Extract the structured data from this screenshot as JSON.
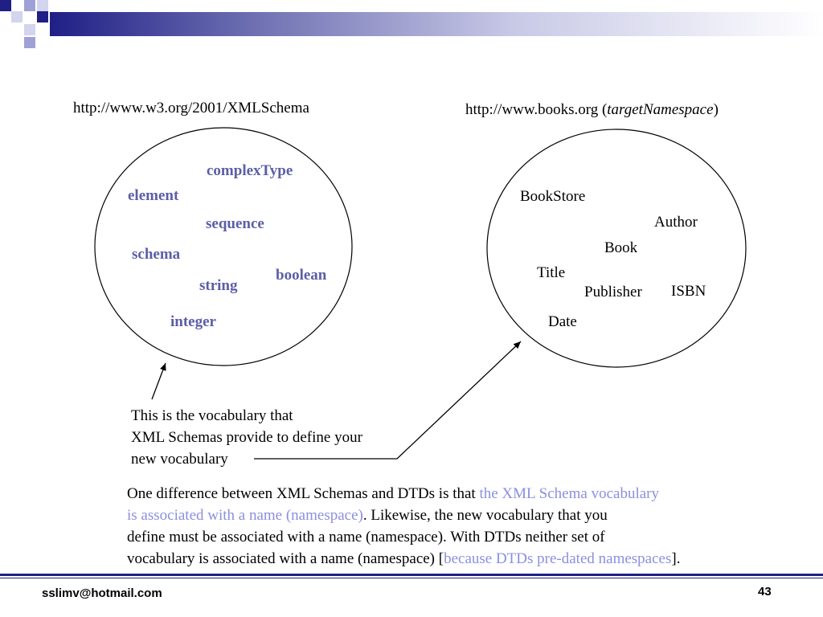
{
  "header": {
    "gradient_colors": [
      "#1f1f86",
      "#ffffff"
    ]
  },
  "left": {
    "url": "http://www.w3.org/2001/XMLSchema",
    "terms": [
      "complexType",
      "element",
      "sequence",
      "schema",
      "boolean",
      "string",
      "integer"
    ]
  },
  "right": {
    "url_prefix": "http://www.books.org (",
    "url_em": "targetNamespace",
    "url_suffix": ")",
    "terms": [
      "BookStore",
      "Author",
      "Book",
      "Title",
      "Publisher",
      "ISBN",
      "Date"
    ]
  },
  "callout": {
    "line1": "This is the vocabulary that",
    "line2": "XML Schemas provide to define your",
    "line3": "new vocabulary"
  },
  "note": {
    "l1_a": "One difference between XML Schemas and DTDs is that ",
    "l1_b": "the XML Schema vocabulary",
    "l2_a": "is associated with a name (namespace)",
    "l2_b": ".  Likewise, the new vocabulary that you",
    "l3": "define must be associated with a name (namespace).  With DTDs neither set of",
    "l4_a": "vocabulary is associated with a name (namespace) [",
    "l4_b": "because DTDs pre-dated namespaces",
    "l4_c": "]."
  },
  "footer": {
    "email": "sslimv@hotmail.com",
    "page": "43"
  },
  "colors": {
    "xml_term": "#5b5ea6",
    "highlight": "#8b8fe0",
    "rule": "#1f1f86"
  }
}
